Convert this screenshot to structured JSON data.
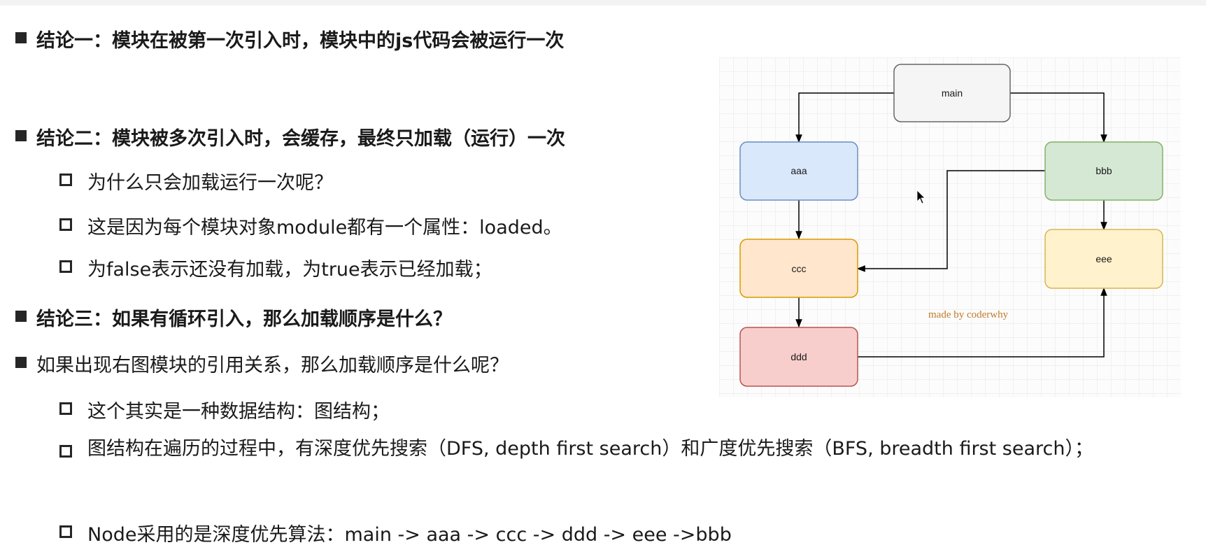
{
  "conclusions": {
    "c1": "结论一：模块在被第一次引入时，模块中的js代码会被运行一次",
    "c2": "结论二：模块被多次引入时，会缓存，最终只加载（运行）一次",
    "c2_items": [
      "为什么只会加载运行一次呢？",
      "这是因为每个模块对象module都有一个属性：loaded。",
      "为false表示还没有加载，为true表示已经加载；"
    ],
    "c3": "结论三：如果有循环引入，那么加载顺序是什么？",
    "q": "如果出现右图模块的引用关系，那么加载顺序是什么呢？",
    "q_items": [
      "这个其实是一种数据结构：图结构；",
      "图结构在遍历的过程中，有深度优先搜索（DFS, depth first search）和广度优先搜索（BFS, breadth first search）；",
      "Node采用的是深度优先算法：main -> aaa -> ccc -> ddd -> eee ->bbb"
    ]
  },
  "diagram": {
    "nodes": {
      "main": {
        "label": "main",
        "fill": "#f5f5f5",
        "stroke": "#666666"
      },
      "aaa": {
        "label": "aaa",
        "fill": "#dae8fc",
        "stroke": "#6c8ebf"
      },
      "bbb": {
        "label": "bbb",
        "fill": "#d5e8d4",
        "stroke": "#82b366"
      },
      "ccc": {
        "label": "ccc",
        "fill": "#ffe6cc",
        "stroke": "#d79b00"
      },
      "ddd": {
        "label": "ddd",
        "fill": "#f8cecc",
        "stroke": "#b85450"
      },
      "eee": {
        "label": "eee",
        "fill": "#fff2cc",
        "stroke": "#d6b656"
      }
    },
    "edges": [
      {
        "from": "main",
        "to": "aaa"
      },
      {
        "from": "main",
        "to": "bbb"
      },
      {
        "from": "aaa",
        "to": "ccc"
      },
      {
        "from": "bbb",
        "to": "ccc"
      },
      {
        "from": "bbb",
        "to": "eee"
      },
      {
        "from": "ccc",
        "to": "ddd"
      },
      {
        "from": "ddd",
        "to": "eee"
      }
    ],
    "watermark": "made by coderwhy"
  }
}
